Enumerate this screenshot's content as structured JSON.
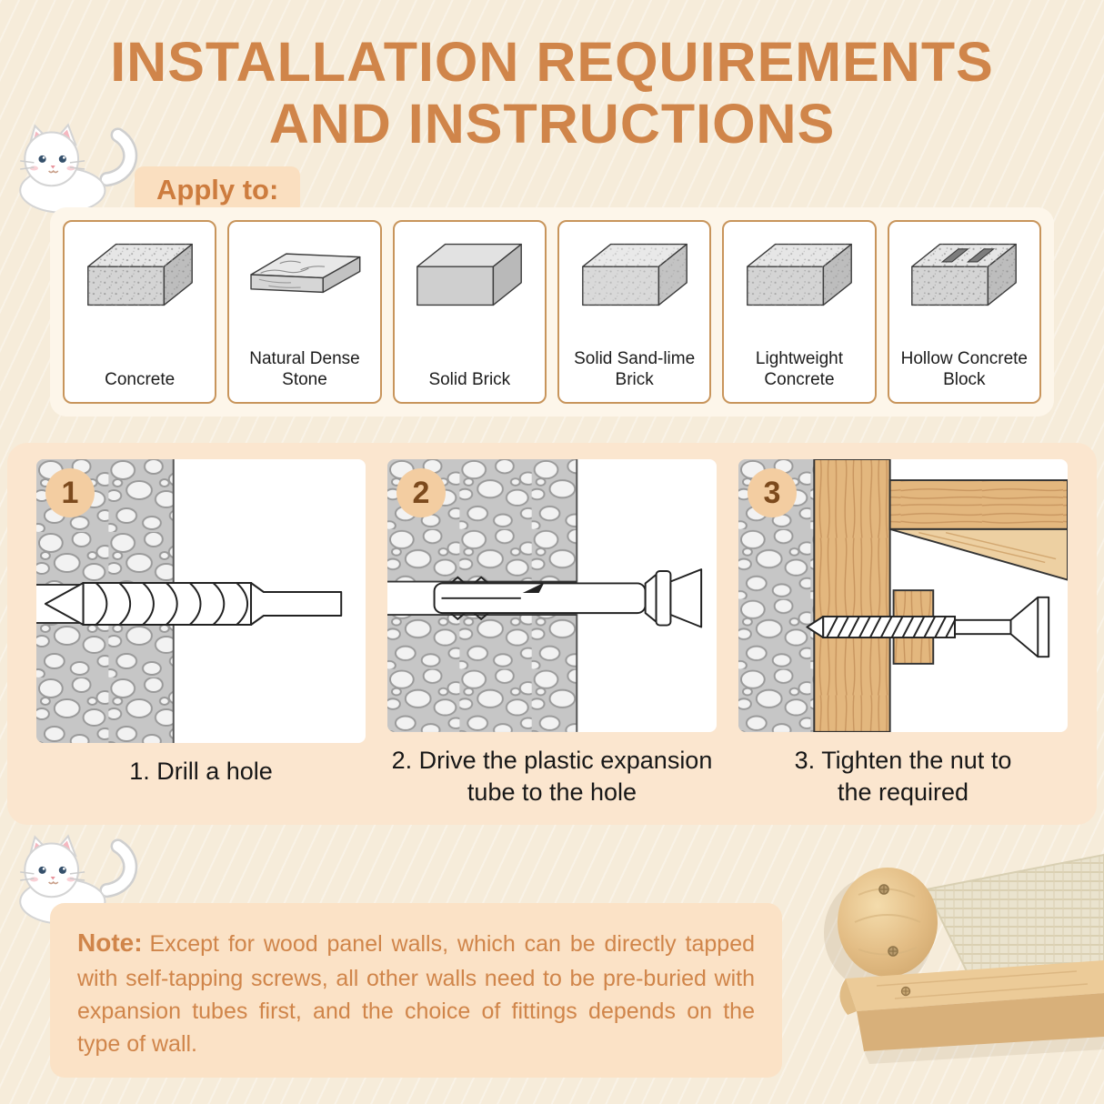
{
  "title": {
    "line1": "INSTALLATION REQUIREMENTS",
    "line2": "AND INSTRUCTIONS"
  },
  "apply_to": {
    "label": "Apply to:",
    "materials": [
      {
        "name": "Concrete"
      },
      {
        "name": "Natural Dense Stone"
      },
      {
        "name": "Solid Brick"
      },
      {
        "name": "Solid Sand-lime Brick"
      },
      {
        "name": "Lightweight Concrete"
      },
      {
        "name": "Hollow Concrete Block"
      }
    ]
  },
  "steps": [
    {
      "number": "1",
      "caption": "1. Drill a hole"
    },
    {
      "number": "2",
      "caption": "2. Drive the plastic expansion tube to the hole"
    },
    {
      "number": "3",
      "caption": "3. Tighten the nut to the required"
    }
  ],
  "note": {
    "label": "Note:",
    "text": "Except for wood panel walls, which can be directly tapped with self-tapping screws, all other walls need to be pre-buried with expansion tubes first, and the choice of fittings depends on the type of wall."
  },
  "icons": {
    "cat_icon": "white-cartoon-cat",
    "material_icons": [
      "concrete-block",
      "natural-dense-stone-slab",
      "solid-brick-block",
      "sand-lime-brick-block",
      "lightweight-concrete-block",
      "hollow-concrete-block"
    ],
    "step_icons": [
      "drill-bit-in-wall",
      "plastic-expansion-tube-in-wall",
      "screw-through-wood-shelf"
    ],
    "photo": "wall-mounted-wood-shelf-and-round-step"
  },
  "colors": {
    "accent": "#d0854a",
    "background": "#f6ecda",
    "panel_peach": "#fbe6cf",
    "note_bg": "#fbe2c6",
    "card_border": "#c8955c",
    "badge_bg": "#f3cda1",
    "badge_text": "#7c4a1d",
    "wood": "#e3b77e",
    "text_dark": "#1c1c1c"
  }
}
